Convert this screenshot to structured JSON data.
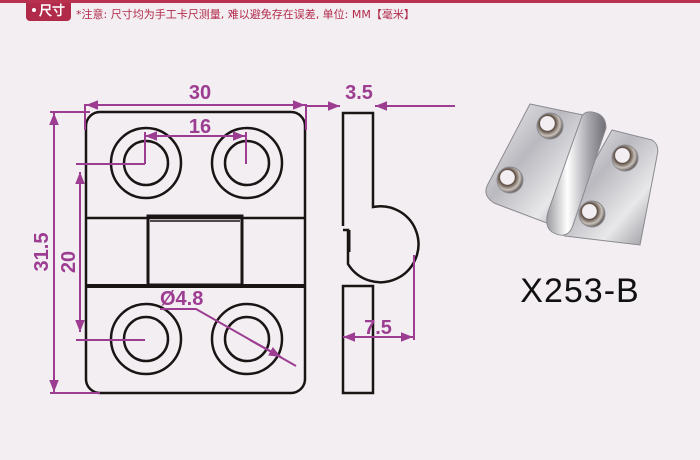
{
  "header": {
    "tag_label": "尺寸",
    "note": "*注意: 尺寸均为手工卡尺测量, 难以避免存在误差, 单位: MM【毫米】"
  },
  "dimensions": {
    "width": "30",
    "hole_spacing_x": "16",
    "thickness": "3.5",
    "height": "31.5",
    "hole_spacing_y": "20",
    "hole_diameter": "Ø4.8",
    "knuckle_depth": "7.5"
  },
  "product": {
    "model": "X253-B"
  },
  "colors": {
    "dimension": "#9c3d92",
    "outline": "#1a1414",
    "accent": "#b22a4a",
    "background": "#f3eef2"
  }
}
